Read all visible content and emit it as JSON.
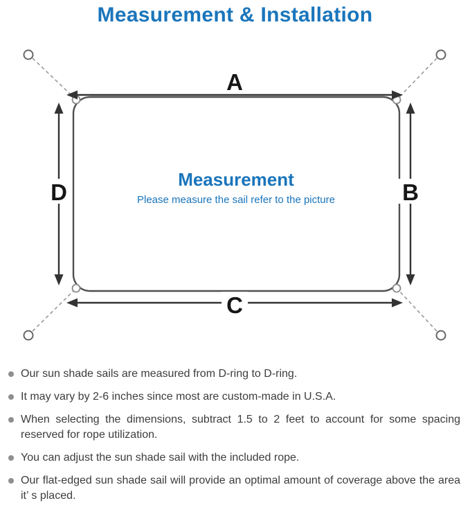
{
  "title": "Measurement & Installation",
  "diagram": {
    "label_a": "A",
    "label_b": "B",
    "label_c": "C",
    "label_d": "D",
    "center_title": "Measurement",
    "center_subtitle": "Please measure the sail refer to the picture"
  },
  "colors": {
    "accent_blue": "#1a75bb",
    "arrow_dark": "#333333",
    "rope_gray": "#999999",
    "bullet_gray": "#8f8f8f",
    "sail_outline_gray": "#4f4f4f"
  },
  "bullets": [
    "Our sun shade sails are measured from D-ring to D-ring.",
    "It may vary by 2-6 inches since most are custom-made in U.S.A.",
    "When selecting the dimensions, subtract 1.5 to 2 feet to account for some spacing reserved for rope utilization.",
    "You can adjust the sun shade sail with the included rope.",
    "Our flat-edged sun shade sail will provide an optimal amount of coverage above the area it’ s placed."
  ]
}
